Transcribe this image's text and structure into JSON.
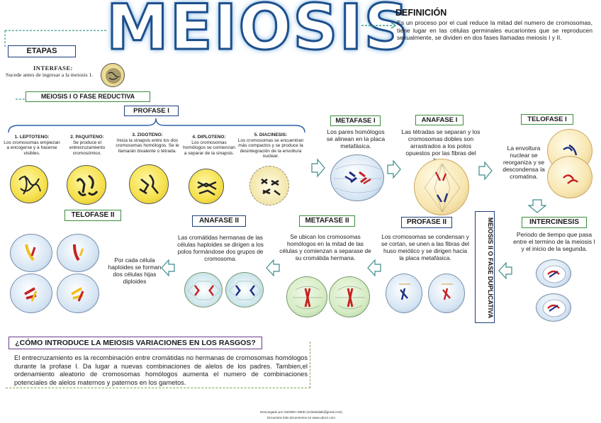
{
  "title": "MEIOSIS",
  "definicion": {
    "heading": "DEFINICIÓN",
    "text": "Es un proceso por el cual reduce la mitad del numero de cromosomas, tiene lugar en las células germinales eucariontes que se reproducen sexualmente, se dividen en dos fases llamadas meiosis I y II."
  },
  "etapas": "ETAPAS",
  "interfase": {
    "title": "INTERFASE:",
    "text": "Sucede antes de ingresar a la meiosis  1."
  },
  "meiosis1_label": "MEIOSIS I O FASE REDUCTIVA",
  "profase1": {
    "label": "PROFASE I",
    "stages": [
      {
        "title": "1. LEPTOTENO:",
        "text": "Los cromosomas empiezan a encogerse y a hacerse visibles."
      },
      {
        "title": "2. PAQUITENO:",
        "text": "Se produce el entrecruzamiento cromosómico."
      },
      {
        "title": "3. ZIGOTENO:",
        "text": "Inicia la sinapsis entre los dos cromosomas homólogos. Se le llamarán bivalente o tétrada."
      },
      {
        "title": "4. DIPLOTENO:",
        "text": "Los cromosomas homólogos se comienzan a separar de la sinapsis."
      },
      {
        "title": "5. DIACINESIS:",
        "text": "Los cromosomas se encuentran más compactos y se produce la desintegración de la envoltura nuclear."
      }
    ]
  },
  "metafase1": {
    "label": "METAFASE I",
    "text": "Los pares homólogos se alinean en la placa metafásica."
  },
  "anafase1": {
    "label": "ANAFASE I",
    "text": "Las tétradas se separan y los cromosomas dobles son arrastrados a los polos opuestos por las fibras del huso."
  },
  "telofase1": {
    "label": "TELOFASE I",
    "text": "La envoltura nuclear se reorganiza y se descondensa la cromatina."
  },
  "intercinesis": {
    "label": "INTERCINESIS",
    "text": "Periodo de tiempo que pasa entre el termino de la meiosis I y el inicio de la segunda."
  },
  "meiosis2_label": "MEIOSIS II O FASE DUPLICATIVA",
  "profase2": {
    "label": "PROFASE II",
    "text": "Los cromosomas se condensan y se cortan, se unen a las fibras del huso meiótico y se dirigen hacia la placa metafásica."
  },
  "metafase2": {
    "label": "METAFASE II",
    "text": "Se ubican los cromosomas homólogos en la mitad de las células y comienzan a separase de su cromátida hermana."
  },
  "anafase2": {
    "label": "ANAFASE II",
    "text": "Las cromátidas hermanas de las células haploides se dirigen a los polos formándose dos grupos de cromosoma."
  },
  "telofase2": {
    "label": "TELOFASE II",
    "text": "Por cada célula haploides se forman dos células hijas diploides"
  },
  "pregunta": {
    "title": "¿CÓMO INTRODUCE LA MEIOSIS VARIACIONES EN LOS RASGOS?",
    "text": "El entrecruzamiento es la recombinación entre cromátidas no hermanas de cromosomas homólogos  durante la profase I. Da lugar a nuevas combinaciones de alelos de los padres. Tambien,el ordenamiento aleatorio de cromosomas homólogos aumenta el numero de combinaciones  potenciales de alelos maternos y paternos en los gametos."
  },
  "footer": {
    "line1": "Descargado por ANDREA MEID (nvi0a0diaki@gmail.com)",
    "line2": "Encuentra más documentos en www.udocz.com"
  }
}
